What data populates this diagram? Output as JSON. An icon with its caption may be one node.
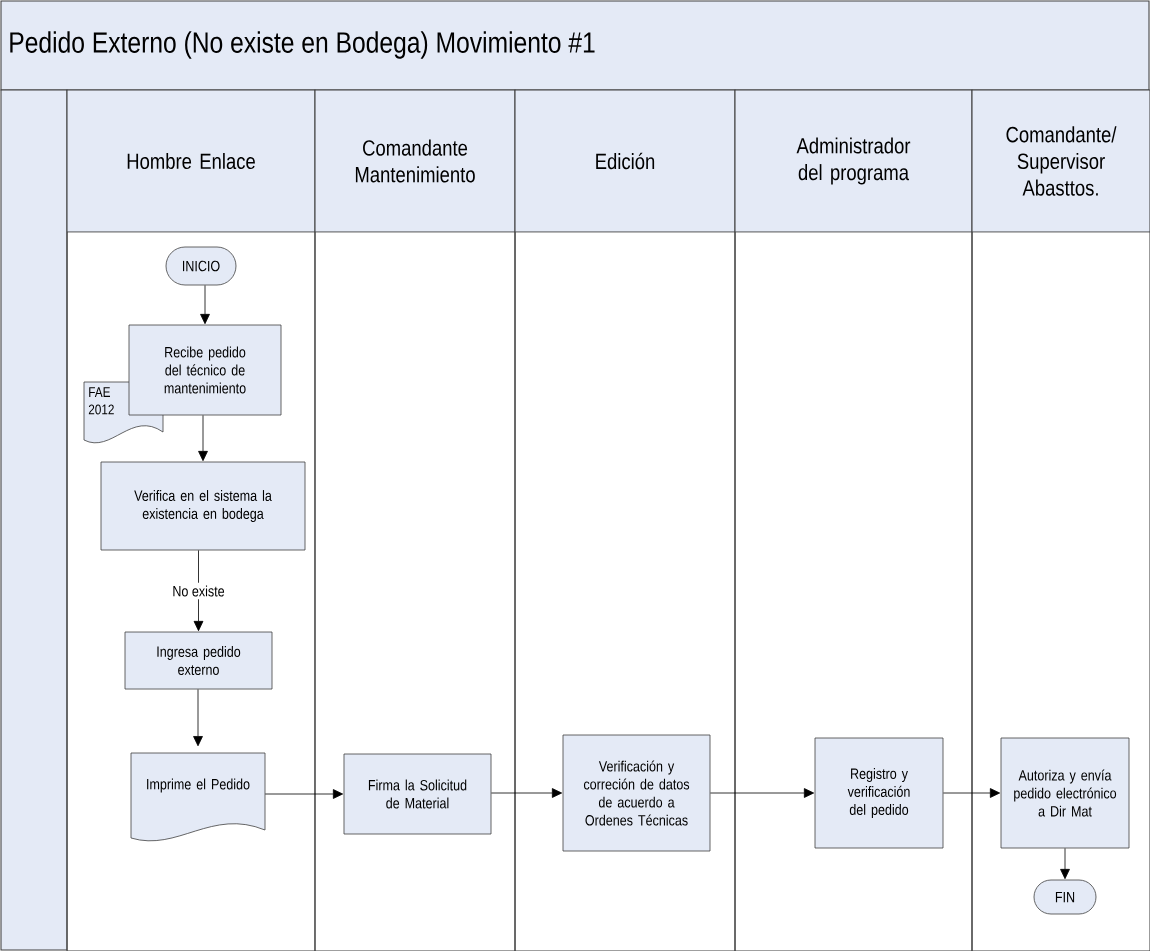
{
  "diagram": {
    "title": "Pedido Externo (No existe en Bodega) Movimiento #1",
    "nodes": [
      {
        "text": [
          "Hombre Enlace"
        ]
      },
      {
        "text": [
          "Comandante Mantenimiento"
        ]
      },
      {
        "text": [
          "Edición"
        ]
      },
      {
        "text": [
          "Administrador del programa"
        ]
      },
      {
        "text": [
          "Comandante/ Supervisor Abasttos."
        ]
      },
      {
        "text": [
          "INICIO"
        ],
        "in": 0
      },
      {
        "text": [
          "Recibe pedido del técnico de mantenimiento"
        ],
        "in": 0
      },
      {
        "text": [
          "FAE 2012"
        ],
        "in": 0
      },
      {
        "text": [
          "Verifica en el sistema la existencia en bodega"
        ],
        "in": 0
      },
      {
        "text": [
          "Ingresa pedido externo"
        ],
        "in": 0
      },
      {
        "text": [
          "Imprime el Pedido"
        ],
        "in": 0
      },
      {
        "text": [
          "Firma la Solicitud de Material"
        ],
        "in": 1
      },
      {
        "text": [
          "Verificación y correción de datos de acuerdo a Ordenes Técnicas"
        ],
        "in": 2
      },
      {
        "text": [
          "Registro y verificación del pedido"
        ],
        "in": 3
      },
      {
        "text": [
          "Autoriza y envía pedido electrónico a Dir Mat"
        ],
        "in": 4
      },
      {
        "text": [
          "FIN"
        ],
        "in": 4
      }
    ],
    "edges": [
      {
        "from": 5,
        "to": 6,
        "arrow": "to"
      },
      {
        "from": 6,
        "to": 8,
        "arrow": "to"
      },
      {
        "from": 8,
        "to": 9,
        "arrow": "to",
        "label": "No existe"
      },
      {
        "from": 9,
        "to": 10,
        "arrow": "to"
      },
      {
        "from": 10,
        "to": 11,
        "arrow": "to"
      },
      {
        "from": 11,
        "to": 12,
        "arrow": "to"
      },
      {
        "from": 12,
        "to": 13,
        "arrow": "to"
      },
      {
        "from": 13,
        "to": 14,
        "arrow": "to"
      },
      {
        "from": 14,
        "to": 15,
        "arrow": "to"
      }
    ]
  }
}
